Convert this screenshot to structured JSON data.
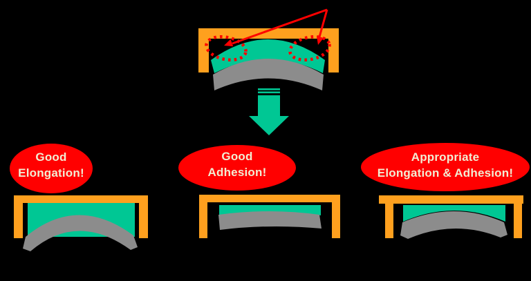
{
  "colors": {
    "background": "#000000",
    "frame_orange": "#FFA01E",
    "layer_teal": "#00C794",
    "layer_gray": "#8C8C8C",
    "annotation_red": "#FF0000",
    "bubble_red": "#FF0000",
    "bubble_text": "#F2EDD3"
  },
  "bubbles": {
    "elongation": {
      "line1": "Good",
      "line2": "Elongation!"
    },
    "adhesion": {
      "line1": "Good",
      "line2": "Adhesion!"
    },
    "appropriate": {
      "line1": "Appropriate",
      "line2": "Elongation & Adhesion!"
    }
  }
}
